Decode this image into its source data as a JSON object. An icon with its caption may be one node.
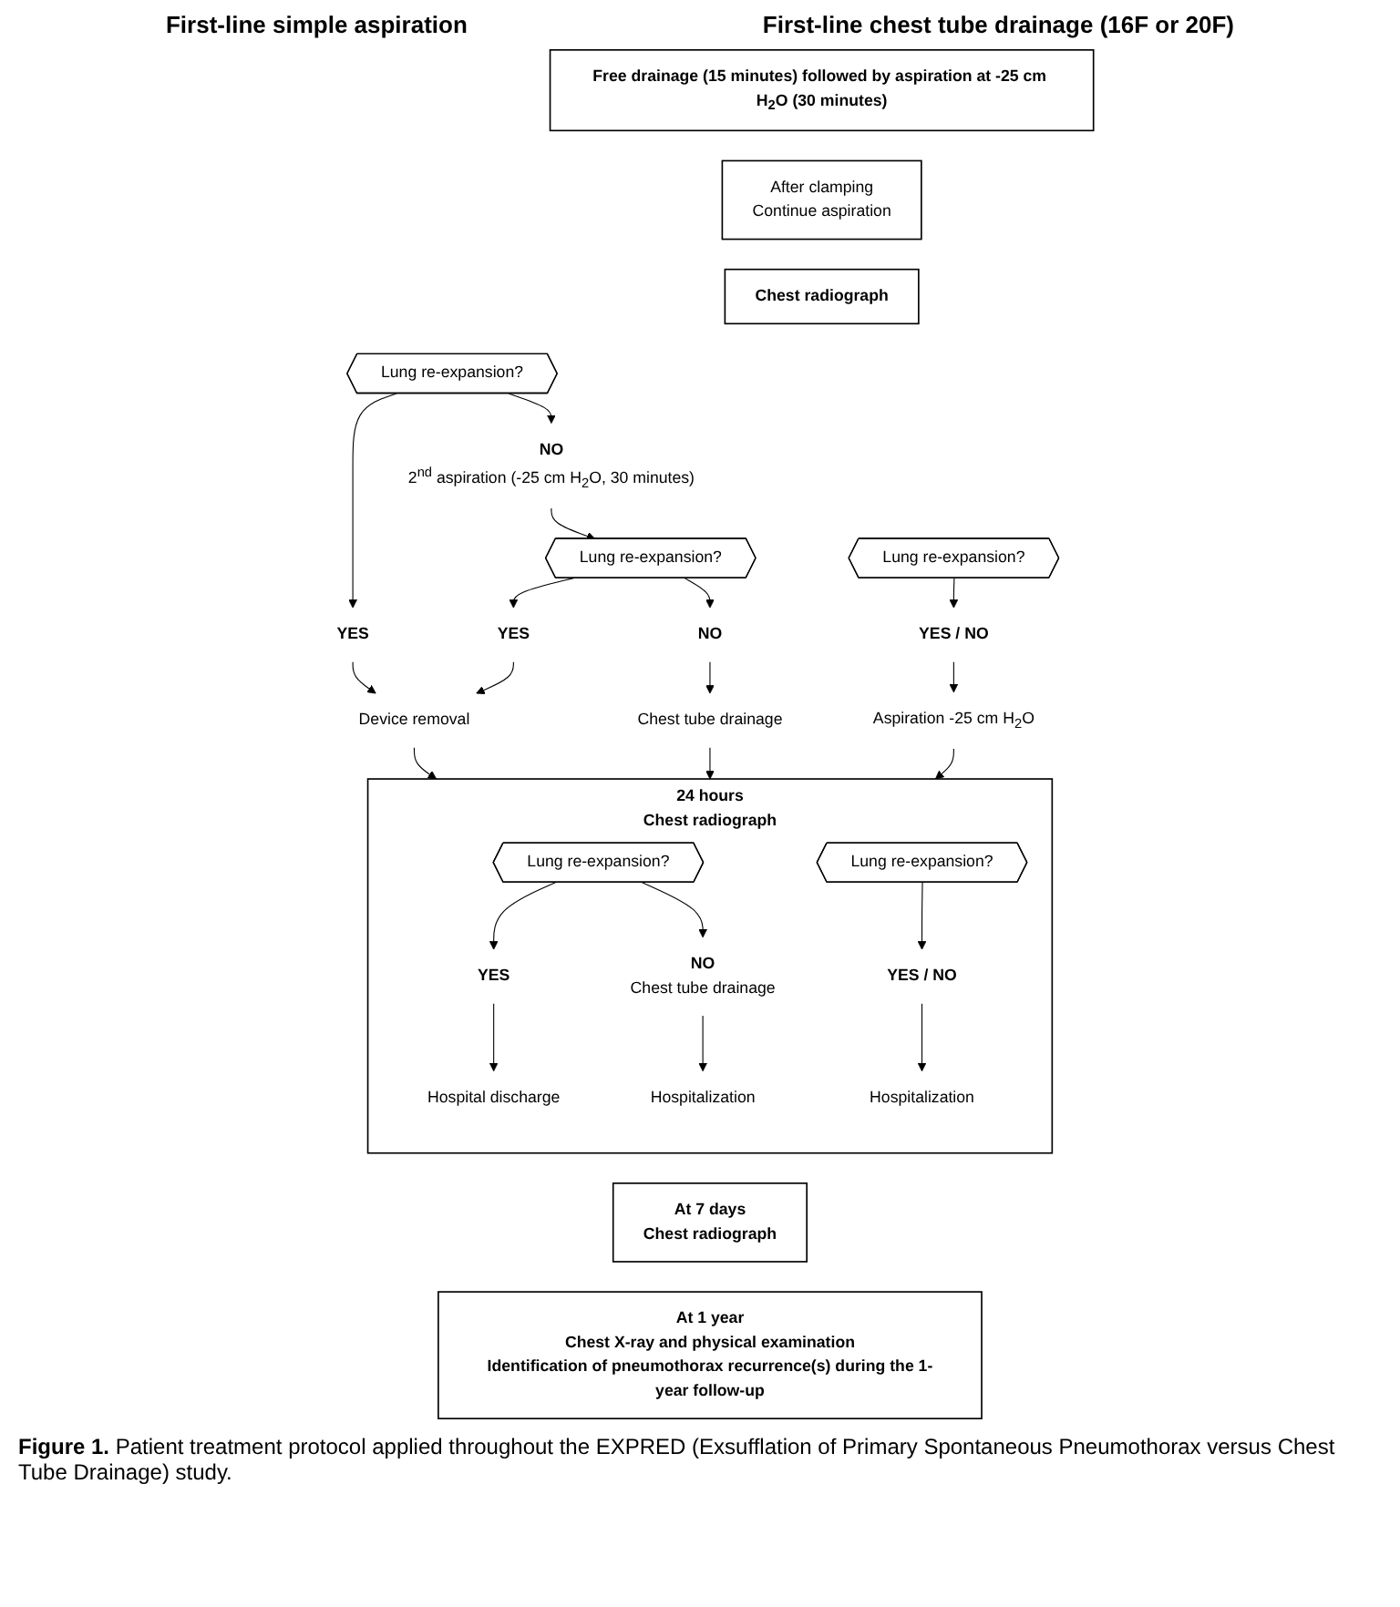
{
  "diagram": {
    "caption": "**Figure 1.** Patient treatment protocol applied throughout the EXPRED (Exsufflation of Primary Spontaneous Pneumothorax versus Chest Tube Drainage) study.",
    "nodes": [
      {
        "text": [
          "Free drainage (15 minutes) followed by aspiration at -25 cm H$_{2}$O (30 minutes)"
        ]
      },
      {
        "text": [
          "After clamping",
          "Continue aspiration"
        ]
      },
      {
        "text": [
          "Chest radiograph"
        ]
      },
      {
        "text": [
          "Lung re-expansion?"
        ]
      },
      {
        "text": [
          "Lung re-expansion?"
        ]
      },
      {
        "text": [
          "YES"
        ]
      },
      {
        "text": [
          "NO",
          "2$^{nd}$ aspiration (-25 cm H$_{2}$O, 30 minutes)"
        ]
      },
      {
        "text": [
          "YES / NO"
        ]
      },
      {
        "text": [
          "Lung re-expansion?"
        ]
      },
      {
        "text": [
          "Aspiration -25 cm H$_{2}$O"
        ]
      },
      {
        "text": [
          "YES"
        ]
      },
      {
        "text": [
          "NO"
        ]
      },
      {
        "text": [
          "Device removal"
        ]
      },
      {
        "text": [
          "Chest tube drainage"
        ]
      },
      {
        "text": [
          "24 hours",
          "Chest radiograph"
        ]
      },
      {
        "text": [
          "Lung re-expansion?"
        ],
        "in": 14
      },
      {
        "text": [
          "Lung re-expansion?"
        ],
        "in": 14
      },
      {
        "text": [
          "YES"
        ],
        "in": 14
      },
      {
        "text": [
          "NO",
          "Chest tube drainage"
        ],
        "in": 14
      },
      {
        "text": [
          "YES / NO"
        ],
        "in": 14
      },
      {
        "text": [
          "Hospital discharge"
        ],
        "in": 14
      },
      {
        "text": [
          "Hospitalization"
        ],
        "in": 14
      },
      {
        "text": [
          "Hospitalization"
        ],
        "in": 14
      },
      {
        "text": [
          "At 7 days",
          "Chest radiograph"
        ]
      },
      {
        "text": [
          "At 1 year",
          "Chest X-ray and physical examination",
          "Identification of pneumothorax recurrence(s) during the 1-year follow-up"
        ]
      }
    ],
    "edges": [
      {
        "from": 3,
        "to": 5,
        "arrow": "to"
      },
      {
        "from": 3,
        "to": 6,
        "arrow": "to"
      },
      {
        "from": 5,
        "to": 12,
        "arrow": "to"
      },
      {
        "from": 6,
        "to": 8,
        "arrow": "to"
      },
      {
        "from": 8,
        "to": 10,
        "arrow": "to"
      },
      {
        "from": 8,
        "to": 11,
        "arrow": "to"
      },
      {
        "from": 10,
        "to": 12,
        "arrow": "to"
      },
      {
        "from": 11,
        "to": 13,
        "arrow": "to"
      },
      {
        "from": 4,
        "to": 7,
        "arrow": "to"
      },
      {
        "from": 7,
        "to": 9,
        "arrow": "to"
      },
      {
        "from": 12,
        "to": 14,
        "arrow": "to"
      },
      {
        "from": 13,
        "to": 14,
        "arrow": "to"
      },
      {
        "from": 9,
        "to": 14,
        "arrow": "to"
      },
      {
        "from": 15,
        "to": 17,
        "arrow": "to"
      },
      {
        "from": 15,
        "to": 18,
        "arrow": "to"
      },
      {
        "from": 17,
        "to": 20,
        "arrow": "to"
      },
      {
        "from": 18,
        "to": 21,
        "arrow": "to"
      },
      {
        "from": 16,
        "to": 19,
        "arrow": "to"
      },
      {
        "from": 19,
        "to": 22,
        "arrow": "to"
      }
    ],
    "labels": [
      "First-line simple aspiration",
      "First-line chest tube drainage (16F or 20F)"
    ]
  }
}
